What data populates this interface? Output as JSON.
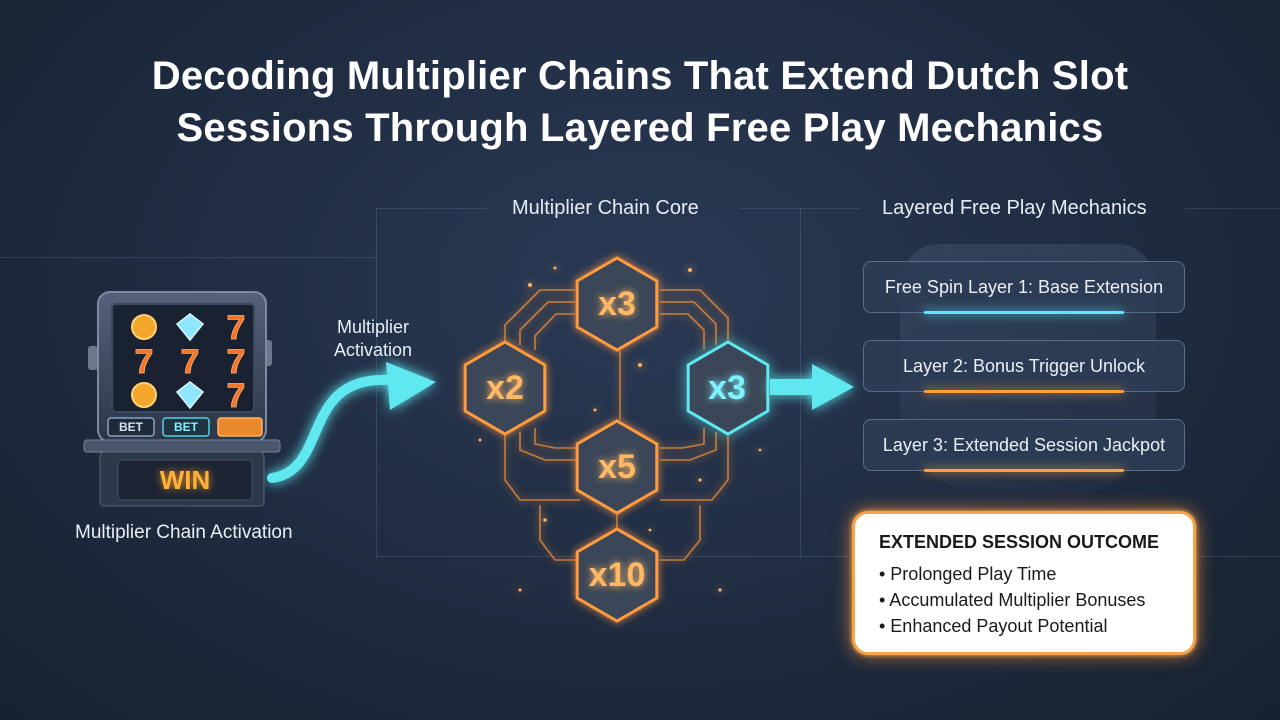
{
  "title": {
    "line1": "Decoding Multiplier Chains That Extend Dutch Slot",
    "line2": "Sessions Through Layered Free Play Mechanics"
  },
  "slot_machine": {
    "reels": [
      "coin",
      "diamond",
      "seven",
      "seven",
      "seven",
      "seven",
      "coin",
      "diamond",
      "seven"
    ],
    "seven_glyph": "7",
    "buttons": [
      "BET",
      "BET",
      ""
    ],
    "display": "WIN",
    "caption": "Multiplier Chain Activation"
  },
  "arrow_label": {
    "line1": "Multiplier",
    "line2": "Activation"
  },
  "core": {
    "heading": "Multiplier Chain Core",
    "nodes": [
      {
        "label": "x3",
        "style": "orange"
      },
      {
        "label": "x2",
        "style": "orange"
      },
      {
        "label": "x3",
        "style": "cyan"
      },
      {
        "label": "x5",
        "style": "orange"
      },
      {
        "label": "x10",
        "style": "orange"
      }
    ]
  },
  "layers": {
    "heading": "Layered Free Play Mechanics",
    "items": [
      {
        "label": "Free Spin Layer 1: Base Extension",
        "glow": "#5fe6ff"
      },
      {
        "label": "Layer 2: Bonus Trigger Unlock",
        "glow": "#ffa040"
      },
      {
        "label": "Layer 3: Extended Session Jackpot",
        "glow": "#ffa040"
      }
    ]
  },
  "outcome": {
    "title": "EXTENDED SESSION OUTCOME",
    "items": [
      "• Prolonged Play Time",
      "• Accumulated Multiplier Bonuses",
      "• Enhanced Payout Potential"
    ]
  },
  "colors": {
    "orange": "#ff9a3c",
    "cyan": "#5fe8f0",
    "text_orange": "#ffb866",
    "text_cyan": "#7ff2ff"
  }
}
